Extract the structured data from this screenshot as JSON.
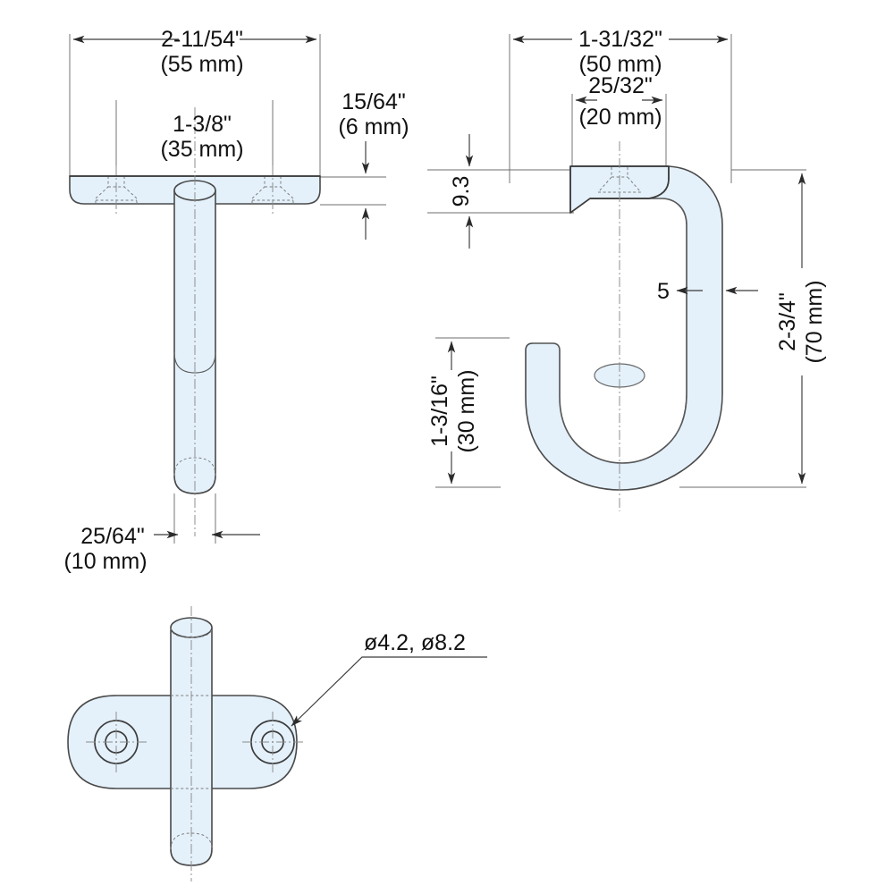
{
  "drawing": {
    "title": "Hook Dimensional Drawing",
    "background_color": "#ffffff",
    "part_fill_color": "#e4f1fb",
    "line_color": "#3c3c3c",
    "text_color": "#111111"
  },
  "views": {
    "front": {
      "name": "front-view",
      "description": "Front elevation: mounting plate with two countersunk holes and vertical rod"
    },
    "side": {
      "name": "side-view",
      "description": "Side elevation: J-hook profile with mounting plate"
    },
    "bottom": {
      "name": "bottom-view",
      "description": "Plan view: rounded rectangular plate with two countersunk holes crossed by cylinder"
    }
  },
  "dimensions": {
    "front_width": {
      "imperial": "2-11/54\"",
      "metric": "(55 mm)",
      "name": "dim-front-overall-width"
    },
    "front_hole_spacing": {
      "imperial": "1-3/8\"",
      "metric": "(35 mm)",
      "name": "dim-front-hole-spacing"
    },
    "front_plate_thickness": {
      "imperial": "15/64\"",
      "metric": "(6 mm)",
      "name": "dim-front-plate-thickness"
    },
    "front_rod_diameter": {
      "imperial": "25/64\"",
      "metric": "(10 mm)",
      "name": "dim-front-rod-diameter"
    },
    "side_width": {
      "imperial": "1-31/32\"",
      "metric": "(50 mm)",
      "name": "dim-side-overall-width"
    },
    "side_plate_width": {
      "imperial": "25/32\"",
      "metric": "(20 mm)",
      "name": "dim-side-plate-width"
    },
    "side_height": {
      "imperial": "2-3/4\"",
      "metric": "(70 mm)",
      "name": "dim-side-overall-height"
    },
    "side_hook_depth": {
      "imperial": "1-3/16\"",
      "metric": "(30 mm)",
      "name": "dim-side-hook-depth"
    },
    "side_plate_drop": {
      "value": "9.3",
      "name": "dim-side-plate-drop"
    },
    "side_bar_thickness": {
      "value": "5",
      "name": "dim-side-bar-thickness"
    },
    "hole_callout": {
      "value": "ø4.2, ø8.2",
      "name": "dim-hole-diameter-callout"
    }
  }
}
